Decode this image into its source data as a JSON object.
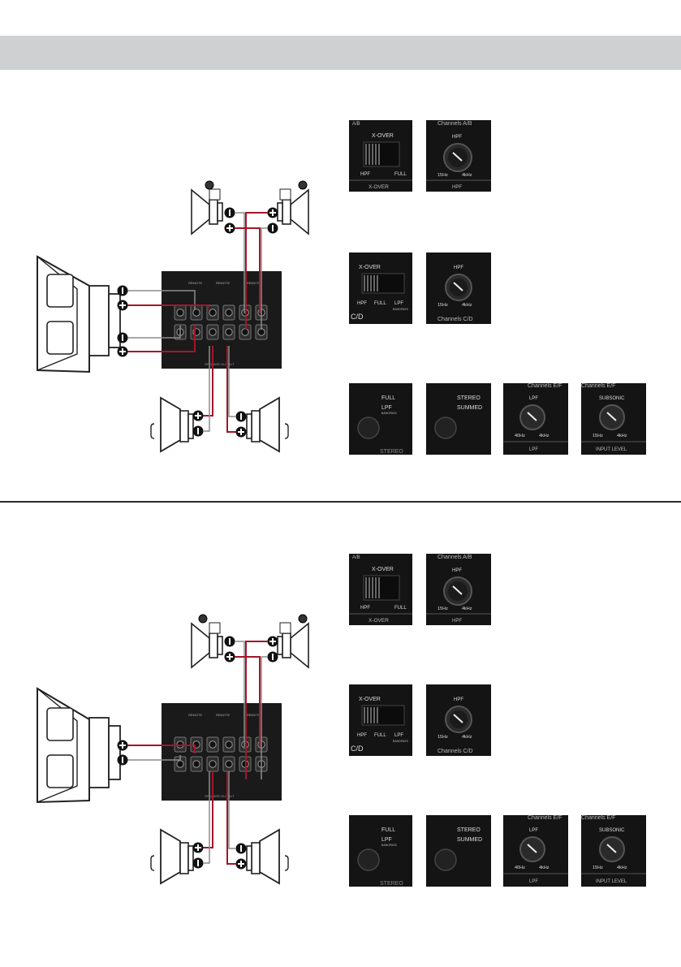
{
  "sections": [
    {
      "id": "configuration-1",
      "speaker_pairs": [
        "pair-top",
        "pair-bottom"
      ],
      "subwoofer_terminals": [
        "-",
        "+",
        "-",
        "+"
      ],
      "amp_panel": {
        "header_labels": [
          "REMOTE",
          "REMOTE",
          "REMOTE"
        ],
        "footer_label": "SPEAKER OUTPUT"
      },
      "controls": {
        "row1": {
          "xover_switch": {
            "top_label": "X-OVER",
            "left_label": "HPF",
            "right_label": "FULL",
            "bottom_label": "X-OVER",
            "corner_label": "A/B"
          },
          "hpf_knob": {
            "header": "Channels A/B",
            "label": "HPF",
            "left_tick": "15Hz",
            "right_tick": "4kHz",
            "bottom_label": "HPF"
          }
        },
        "row2": {
          "xover_switch": {
            "top_label": "X-OVER",
            "labels": [
              "HPF",
              "FULL",
              "LPF"
            ],
            "small_label": "BANDPASS",
            "corner_label": "C/D"
          },
          "hpf_knob": {
            "label": "HPF",
            "left_tick": "15Hz",
            "right_tick": "4kHz",
            "footer": "Channels C/D"
          }
        },
        "row3": {
          "full_lpf_button": {
            "options": [
              "FULL",
              "LPF"
            ],
            "small_label": "BANDPASS",
            "bottom_label": "STEREO"
          },
          "stereo_summed_button": {
            "options": [
              "STEREO",
              "SUMMED"
            ]
          },
          "lpf_knob": {
            "header": "Channels E/F",
            "label": "LPF",
            "left_tick": "40Hz",
            "right_tick": "4kHz",
            "bottom_label": "LPF"
          },
          "subsonic_knob": {
            "header": "Channels E/F",
            "label": "SUBSONIC",
            "left_tick": "15Hz",
            "right_tick": "4kHz",
            "bottom_label": "INPUT LEVEL"
          }
        }
      }
    },
    {
      "id": "configuration-2",
      "speaker_pairs": [
        "pair-top",
        "pair-bottom"
      ],
      "subwoofer_terminals": [
        "+",
        "-"
      ],
      "amp_panel": {
        "header_labels": [
          "REMOTE",
          "REMOTE",
          "REMOTE"
        ],
        "footer_label": "SPEAKER OUTPUT"
      },
      "controls": {
        "row1": {
          "xover_switch": {
            "top_label": "X-OVER",
            "left_label": "HPF",
            "right_label": "FULL",
            "bottom_label": "X-OVER",
            "corner_label": "A/B"
          },
          "hpf_knob": {
            "header": "Channels A/B",
            "label": "HPF",
            "left_tick": "15Hz",
            "right_tick": "4kHz",
            "bottom_label": "HPF"
          }
        },
        "row2": {
          "xover_switch": {
            "top_label": "X-OVER",
            "labels": [
              "HPF",
              "FULL",
              "LPF"
            ],
            "small_label": "BANDPASS",
            "corner_label": "C/D"
          },
          "hpf_knob": {
            "label": "HPF",
            "left_tick": "15Hz",
            "right_tick": "4kHz",
            "footer": "Channels C/D"
          }
        },
        "row3": {
          "full_lpf_button": {
            "options": [
              "FULL",
              "LPF"
            ],
            "small_label": "BANDPASS",
            "bottom_label": "STEREO"
          },
          "stereo_summed_button": {
            "options": [
              "STEREO",
              "SUMMED"
            ]
          },
          "lpf_knob": {
            "header": "Channels E/F",
            "label": "LPF",
            "left_tick": "40Hz",
            "right_tick": "4kHz",
            "bottom_label": "LPF"
          },
          "subsonic_knob": {
            "header": "Channels E/F",
            "label": "SUBSONIC",
            "left_tick": "15Hz",
            "right_tick": "4kHz",
            "bottom_label": "INPUT LEVEL"
          }
        }
      }
    }
  ],
  "colors": {
    "header_band": "#cfd0d2",
    "wire_positive": "#a3162a",
    "wire_negative": "#8c8c8c",
    "panel_dark": "#1a1a1a",
    "terminal_black": "#111111"
  }
}
